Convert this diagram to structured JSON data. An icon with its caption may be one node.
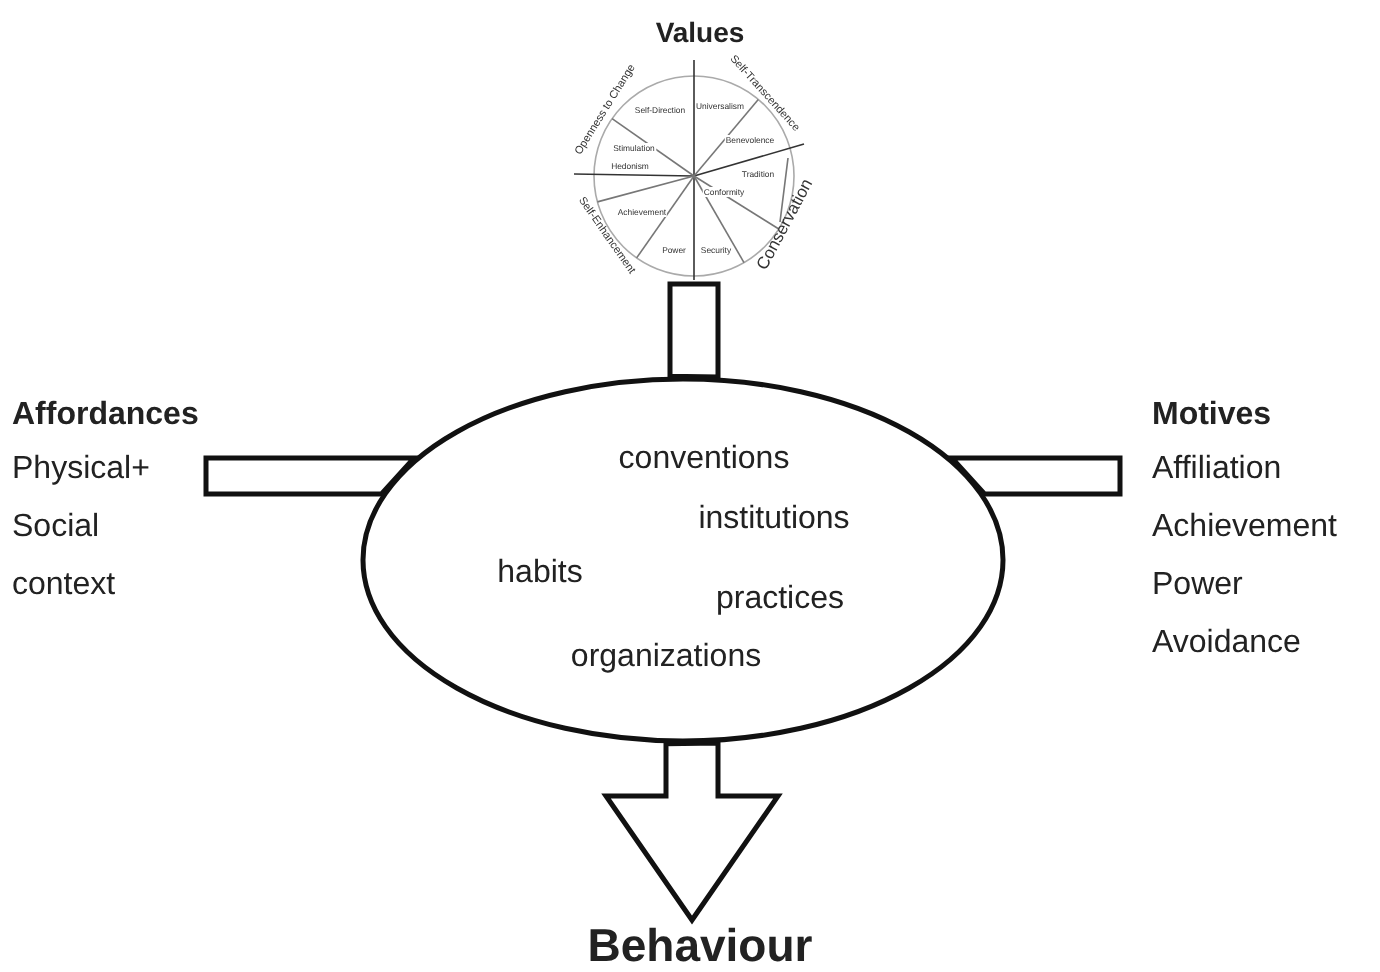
{
  "diagram": {
    "nodes": [
      {
        "text": [
          "Values",
          "Openness to Change",
          "Self-Transcendence",
          "Self-Enhancement",
          "Conservation",
          "Self-Direction",
          "Universalism",
          "Stimulation",
          "Benevolence",
          "Hedonism",
          "Tradition",
          "Conformity",
          "Achievement",
          "Power",
          "Security"
        ]
      },
      {
        "text": [
          "Affordances",
          "Physical+ Social context"
        ]
      },
      {
        "text": [
          "Motives",
          "Affiliation",
          "Achievement",
          "Power",
          "Avoidance"
        ]
      },
      {
        "text": [
          "conventions",
          "institutions",
          "habits",
          "practices",
          "organizations"
        ]
      },
      {
        "text": [
          "Behaviour"
        ]
      }
    ],
    "edges": [
      {
        "from": 0,
        "to": 3,
        "arrow": "none"
      },
      {
        "from": 1,
        "to": 3,
        "arrow": "none"
      },
      {
        "from": 2,
        "to": 3,
        "arrow": "none"
      },
      {
        "from": 3,
        "to": 4,
        "arrow": "to"
      }
    ]
  }
}
